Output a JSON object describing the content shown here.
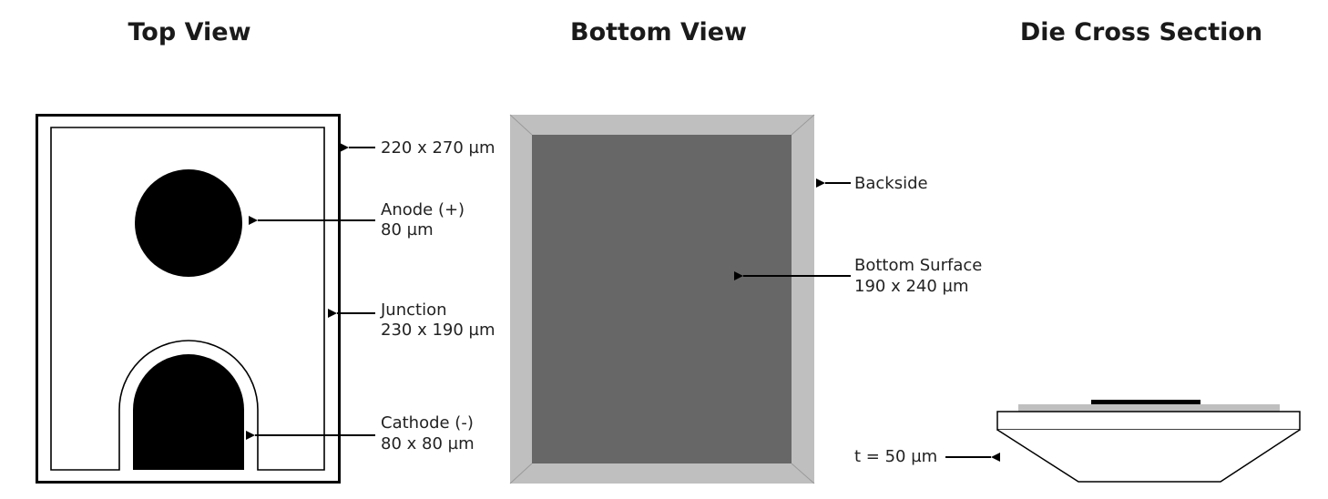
{
  "titles": {
    "top_view": "Top View",
    "bottom_view": "Bottom View",
    "cross_section": "Die Cross Section"
  },
  "top_view": {
    "die_size": "220 x 270 µm",
    "anode_name": "Anode (+)",
    "anode_size": "80 µm",
    "junction_name": "Junction",
    "junction_size": "230 x 190 µm",
    "cathode_name": "Cathode (-)",
    "cathode_size": "80 x 80 µm"
  },
  "bottom_view": {
    "backside": "Backside",
    "bottom_surface_name": "Bottom Surface",
    "bottom_surface_size": "190 x 240 µm"
  },
  "cross_section": {
    "thickness": "t = 50 µm"
  },
  "colors": {
    "outline": "#000000",
    "backside_frame": "#bfbfbf",
    "bottom_surface": "#676767",
    "pad": "#000000"
  }
}
